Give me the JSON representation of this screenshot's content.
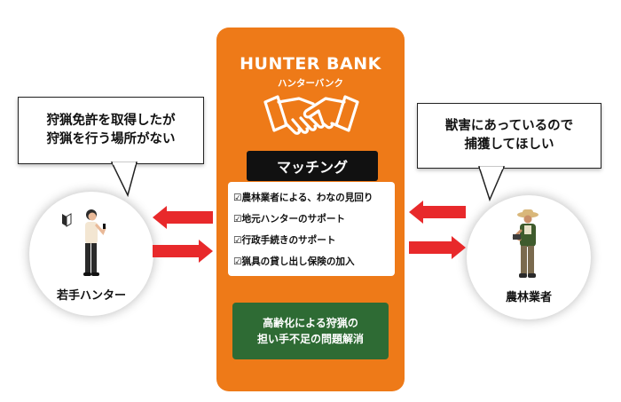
{
  "colors": {
    "panel": "#EE7A18",
    "arrow": "#E8292B",
    "green_box": "#2E6B34",
    "matching_bg": "#111111"
  },
  "left_bubble": {
    "line1": "狩猟免許を取得したが",
    "line2": "狩猟を行う場所がない"
  },
  "right_bubble": {
    "line1": "獣害にあっているので",
    "line2": "捕獲してほしい"
  },
  "left_person": {
    "label": "若手ハンター",
    "icon": "beginner-mark-icon"
  },
  "right_person": {
    "label": "農林業者"
  },
  "brand": {
    "title": "HUNTER BANK",
    "subtitle": "ハンターバンク",
    "icon": "handshake-icon"
  },
  "matching_label": "マッチング",
  "checklist": [
    "☑農林業者による、わなの見回り",
    "☑地元ハンターのサポート",
    "☑行政手続きのサポート",
    "☑猟具の貸し出し保険の加入"
  ],
  "goal": {
    "line1": "高齢化による狩猟の",
    "line2": "担い手不足の問題解消"
  }
}
